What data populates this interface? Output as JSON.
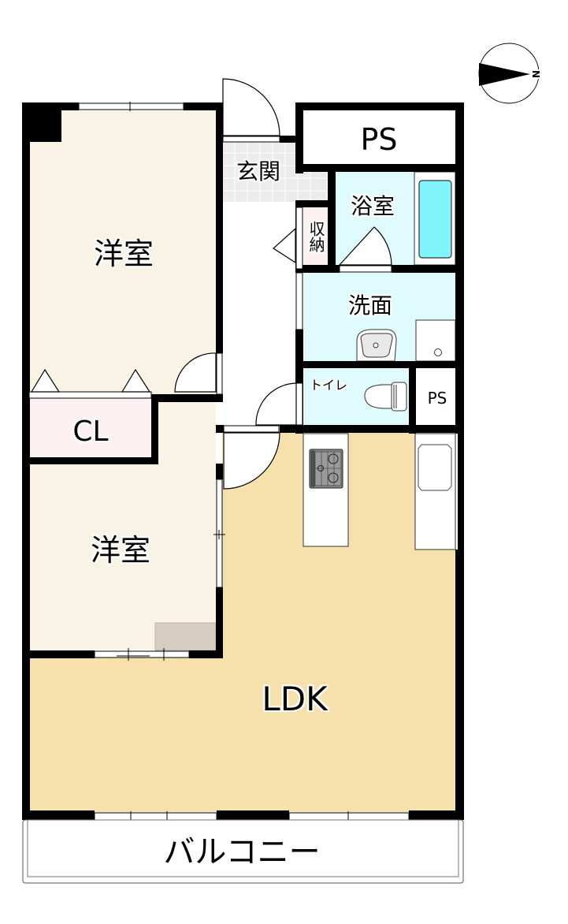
{
  "compass": {
    "label": "N",
    "icon": "north-arrow-icon"
  },
  "rooms": {
    "western_room_1": {
      "label": "洋室",
      "color": "#f8f3e5"
    },
    "western_room_2": {
      "label": "洋室",
      "color": "#f8f3e5"
    },
    "closet": {
      "label": "CL",
      "color": "#fdf0f0"
    },
    "entrance": {
      "label": "玄関",
      "color": "#ececec"
    },
    "pipe_space_top": {
      "label": "PS"
    },
    "bathroom": {
      "label": "浴室",
      "color": "#e0fbfd"
    },
    "storage": {
      "label": "収納",
      "color": "#fdf0f0"
    },
    "washroom": {
      "label": "洗面",
      "color": "#e0fbfd"
    },
    "toilet": {
      "label": "トイレ",
      "color": "#e0fbfd"
    },
    "pipe_space_small": {
      "label": "PS"
    },
    "ldk": {
      "label": "LDK",
      "color": "#f6e1ad"
    },
    "balcony": {
      "label": "バルコニー"
    }
  },
  "colors": {
    "wall": "#000000",
    "bathtub": "#80f6fc",
    "counter": "#ffffff",
    "shelf": "#d6ccc0"
  }
}
